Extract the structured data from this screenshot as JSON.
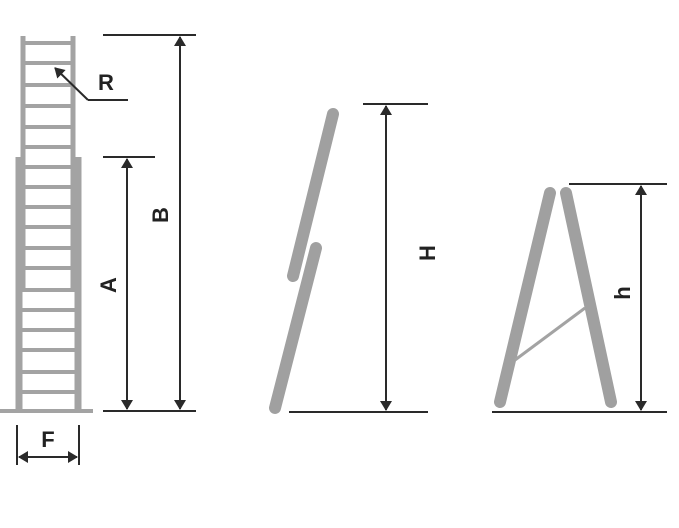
{
  "labels": {
    "R": "R",
    "A": "A",
    "B": "B",
    "F": "F",
    "H": "H",
    "h": "h"
  },
  "colors": {
    "ladder": "#a3a3a3",
    "dimension": "#2a2a2a"
  }
}
